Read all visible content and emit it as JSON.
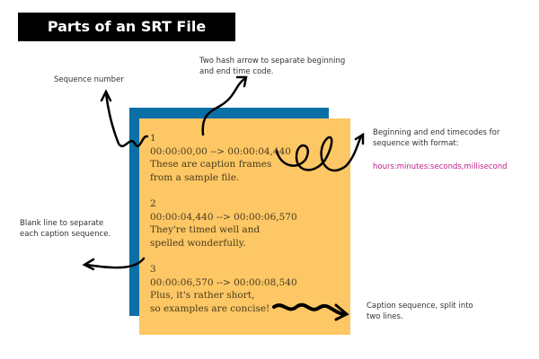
{
  "title": "Parts of an SRT File",
  "srt_lines": [
    "1",
    "00:00:00,00 --> 00:00:04,440",
    "These are caption frames",
    "from a sample file.",
    "",
    "2",
    "00:00:04,440 --> 00:00:06,570",
    "They're timed well and",
    "spelled wonderfully.",
    "",
    "3",
    "00:00:06,570 --> 00:00:08,540",
    "Plus, it's rather short,",
    "so examples are concise!"
  ],
  "labels": {
    "sequence_number": "Sequence number",
    "hash_arrow": "Two hash arrow to separate beginning and end time code.",
    "timecodes": "Beginning and end timecodes for sequence with format:",
    "format": "hours:minutes:seconds,millisecond",
    "blank_line": "Blank line to separate each caption sequence.",
    "caption_sequence": "Caption sequence, split into two lines."
  },
  "colors": {
    "blue": "#0a6fa6",
    "yellow": "#fcc764",
    "format_text": "#c0208a"
  }
}
